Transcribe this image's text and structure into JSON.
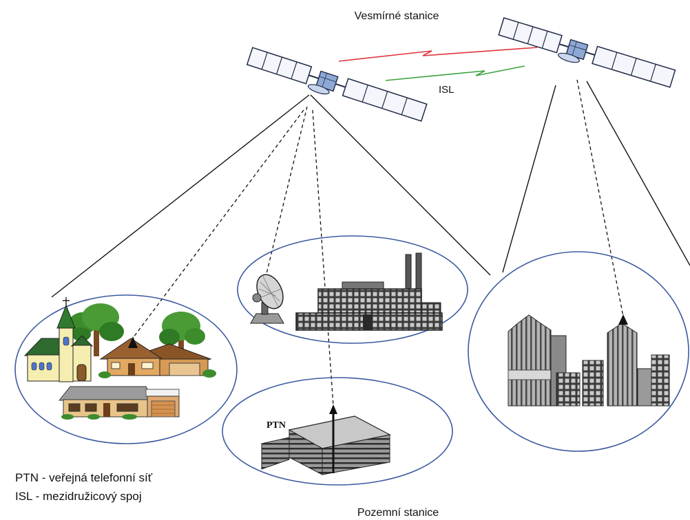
{
  "diagram": {
    "title": "Vesmírné stanice",
    "isl_label": "ISL",
    "ground_label": "Pozemní stanice",
    "ptn_label": "PTN",
    "legend": [
      "PTN - veřejná telefonní síť",
      "ISL - mezidružicový spoj"
    ],
    "colors": {
      "isl_link_upper": "#e0343c",
      "isl_link_lower": "#3aa23c",
      "coverage_area": "#3b5aa0"
    },
    "icons": [
      "satellite-icon",
      "church-icon",
      "tree-icon",
      "house-icon",
      "dish-antenna-icon",
      "factory-icon",
      "office-building-icon",
      "skyscrapers-icon",
      "antenna-icon"
    ]
  }
}
